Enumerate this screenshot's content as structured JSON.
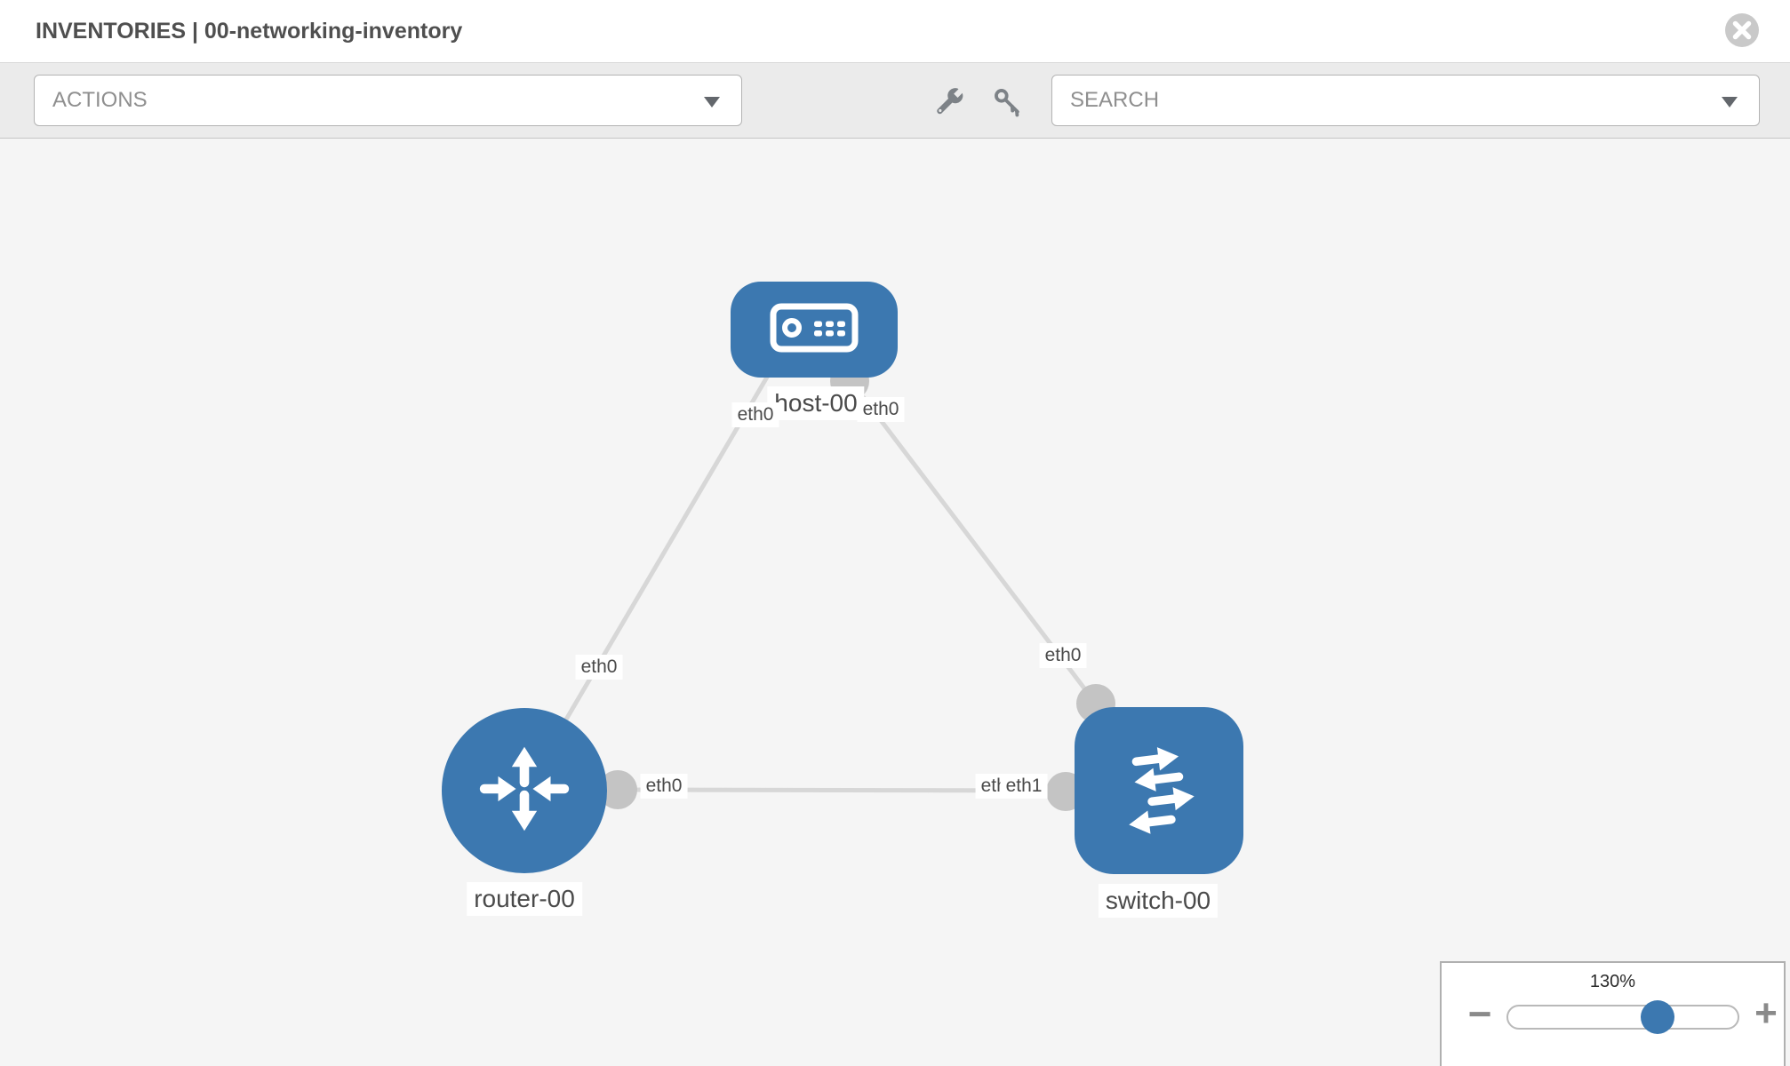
{
  "header": {
    "title": "INVENTORIES | 00-networking-inventory"
  },
  "toolbar": {
    "actions_label": "ACTIONS",
    "search_label": "SEARCH",
    "icons": [
      "wrench-icon",
      "key-icon"
    ]
  },
  "topology": {
    "nodes": [
      {
        "label": "host-00",
        "type": "host",
        "shape": "rounded-rect"
      },
      {
        "label": "router-00",
        "type": "router",
        "shape": "circle"
      },
      {
        "label": "switch-00",
        "type": "switch",
        "shape": "rounded-square"
      }
    ],
    "links": [
      {
        "from": "host-00",
        "to": "router-00",
        "from_interface": "eth0",
        "to_interface": "eth0"
      },
      {
        "from": "host-00",
        "to": "switch-00",
        "from_interface": "eth0",
        "to_interface": "eth0"
      },
      {
        "from": "router-00",
        "to": "switch-00",
        "from_interface": "eth0",
        "to_interface": "eth1"
      }
    ],
    "interface_labels": [
      {
        "text": "eth0",
        "at": "host-00 left"
      },
      {
        "text": "eth0",
        "at": "host-00 right"
      },
      {
        "text": "eth0",
        "at": "host-router link, router side"
      },
      {
        "text": "eth0",
        "at": "host-switch link, switch side"
      },
      {
        "text": "eth0",
        "at": "router-switch link, router side"
      },
      {
        "text": "eth0",
        "at": "router-switch link, switch side (partially covered)"
      },
      {
        "text": "eth1",
        "at": "router-switch link, switch side (on top)"
      }
    ]
  },
  "zoom_control": {
    "value": "130%",
    "minus_label": "−",
    "plus_label": "+"
  },
  "colors": {
    "node_blue": "#3c78b0",
    "endpoint_gray": "#c4c4c4",
    "link_gray": "#d7d7d7",
    "canvas_bg": "#f5f5f5",
    "toolbar_bg": "#ebebeb",
    "icon_gray": "#7d8287"
  }
}
